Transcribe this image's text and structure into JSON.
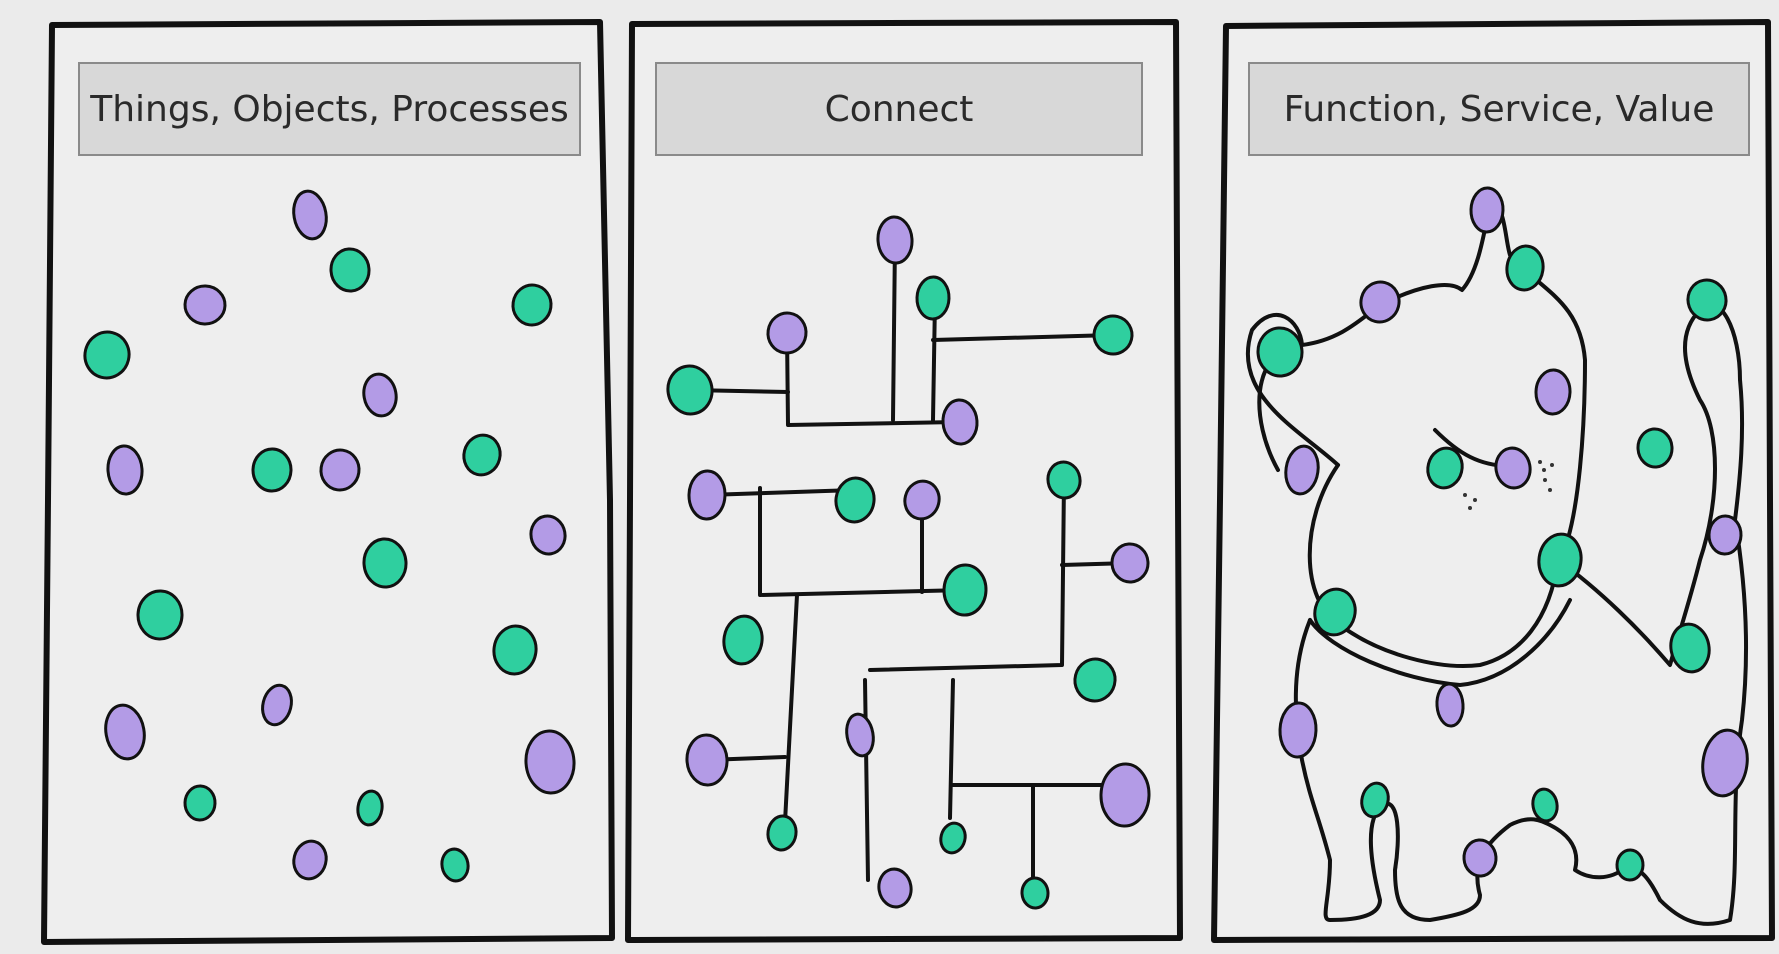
{
  "panels": [
    {
      "title": "Things, Objects, Processes"
    },
    {
      "title": "Connect"
    },
    {
      "title": "Function, Service, Value"
    }
  ],
  "colors": {
    "background": "#ebebeb",
    "panel_fill": "#eeeeee",
    "label_fill": "#d8d8d8",
    "outline": "#111111",
    "node_green": "#2fcf9f",
    "node_purple": "#b39be6"
  }
}
